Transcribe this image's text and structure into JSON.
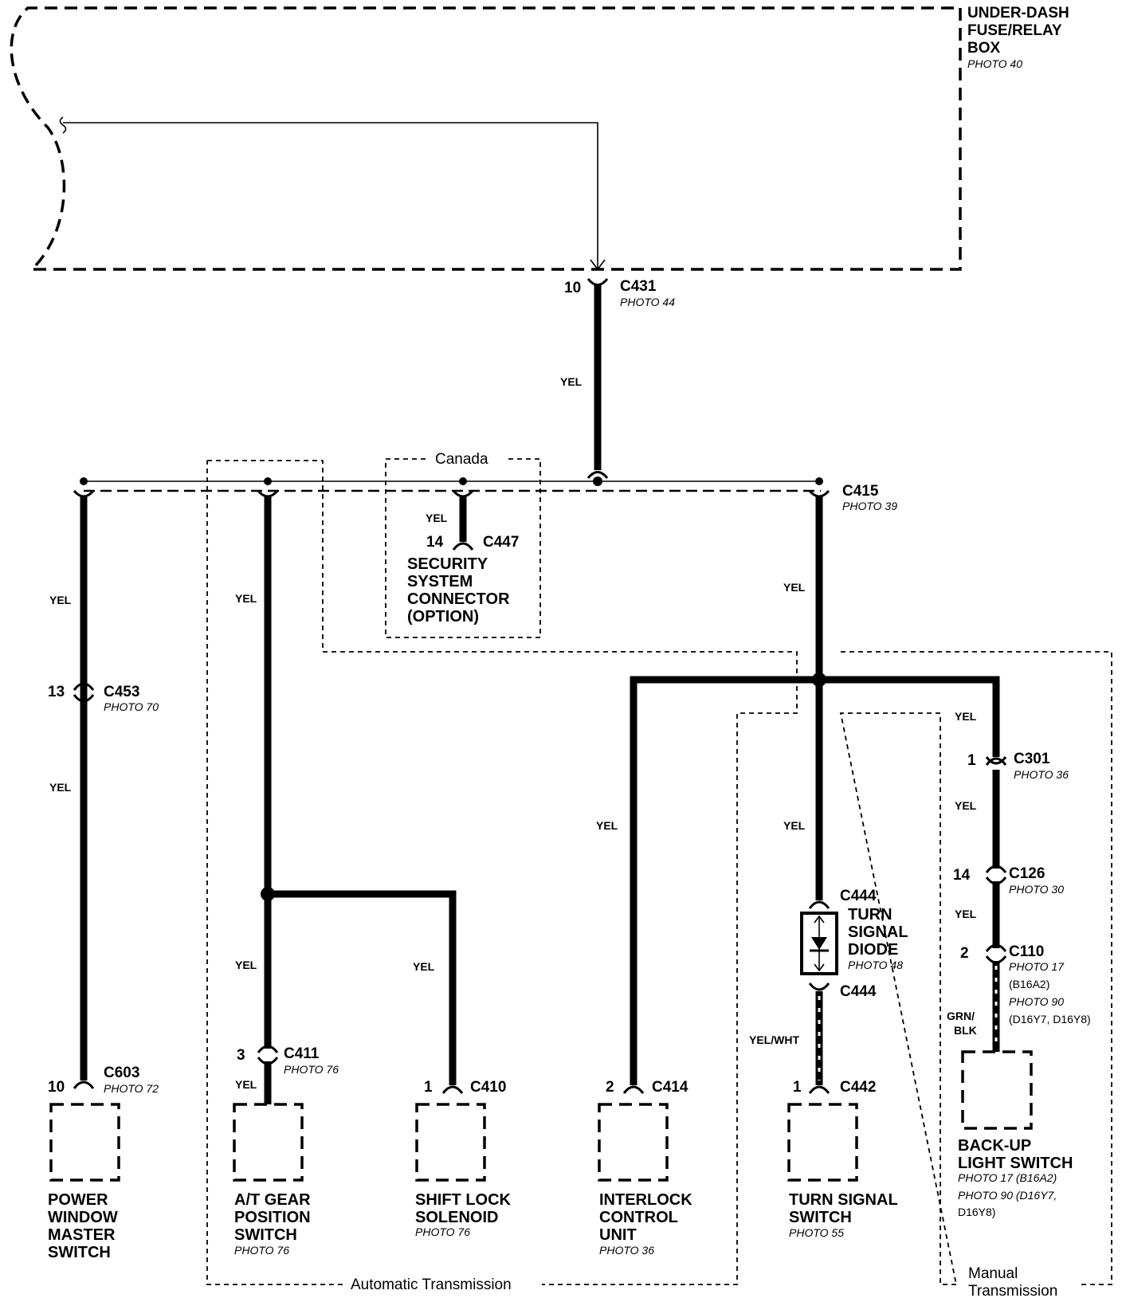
{
  "fuse_box": {
    "name_lines": [
      "UNDER-DASH",
      "FUSE/RELAY",
      "BOX"
    ],
    "photo": "PHOTO 40"
  },
  "c431": {
    "pin": "10",
    "name": "C431",
    "photo": "PHOTO 44"
  },
  "wire_main": "YEL",
  "canada_label": "Canada",
  "c415": {
    "name": "C415",
    "photo": "PHOTO 39"
  },
  "security": {
    "wire": "YEL",
    "pin": "14",
    "connector": "C447",
    "name_lines": [
      "SECURITY",
      "SYSTEM",
      "CONNECTOR",
      "(OPTION)"
    ]
  },
  "power_window": {
    "wire_top": "YEL",
    "c453": {
      "pin": "13",
      "name": "C453",
      "photo": "PHOTO 70"
    },
    "wire_bottom": "YEL",
    "c603": {
      "pin": "10",
      "name": "C603",
      "photo": "PHOTO 72"
    },
    "name_lines": [
      "POWER",
      "WINDOW",
      "MASTER",
      "SWITCH"
    ]
  },
  "at_gear": {
    "wire_top": "YEL",
    "wire_mid": "YEL",
    "wire_bottom": "YEL",
    "c411": {
      "pin": "3",
      "name": "C411",
      "photo": "PHOTO 76"
    },
    "name_lines": [
      "A/T GEAR",
      "POSITION",
      "SWITCH"
    ],
    "photo": "PHOTO 76"
  },
  "shift_lock": {
    "wire": "YEL",
    "c410": {
      "pin": "1",
      "name": "C410"
    },
    "name_lines": [
      "SHIFT LOCK",
      "SOLENOID"
    ],
    "photo": "PHOTO 76"
  },
  "interlock": {
    "wire": "YEL",
    "c414": {
      "pin": "2",
      "name": "C414"
    },
    "name_lines": [
      "INTERLOCK",
      "CONTROL",
      "UNIT"
    ],
    "photo": "PHOTO 36"
  },
  "turn_signal": {
    "wire_top": "YEL",
    "wire_upper": "YEL",
    "c444_top": "C444",
    "diode_lines": [
      "TURN",
      "SIGNAL",
      "DIODE"
    ],
    "diode_photo": "PHOTO 48",
    "c444_bottom": "C444",
    "wire_bottom": "YEL/WHT",
    "c442": {
      "pin": "1",
      "name": "C442"
    },
    "name_lines": [
      "TURN SIGNAL",
      "SWITCH"
    ],
    "photo": "PHOTO 55"
  },
  "backup": {
    "wire_1": "YEL",
    "c301": {
      "pin": "1",
      "name": "C301",
      "photo": "PHOTO 36"
    },
    "wire_2": "YEL",
    "c126": {
      "pin": "14",
      "name": "C126",
      "photo": "PHOTO 30"
    },
    "wire_3": "YEL",
    "c110": {
      "pin": "2",
      "name": "C110",
      "photo_lines": [
        "PHOTO 17",
        "(B16A2)",
        "PHOTO 90",
        "(D16Y7, D16Y8)"
      ]
    },
    "wire_4_lines": [
      "GRN/",
      "BLK"
    ],
    "name_lines": [
      "BACK-UP",
      "LIGHT SWITCH"
    ],
    "photo_lines": [
      "PHOTO 17 (B16A2)",
      "PHOTO 90 (D16Y7,",
      "D16Y8)"
    ]
  },
  "auto_trans_label": "Automatic Transmission",
  "manual_trans_lines": [
    "Manual",
    "Transmission"
  ]
}
